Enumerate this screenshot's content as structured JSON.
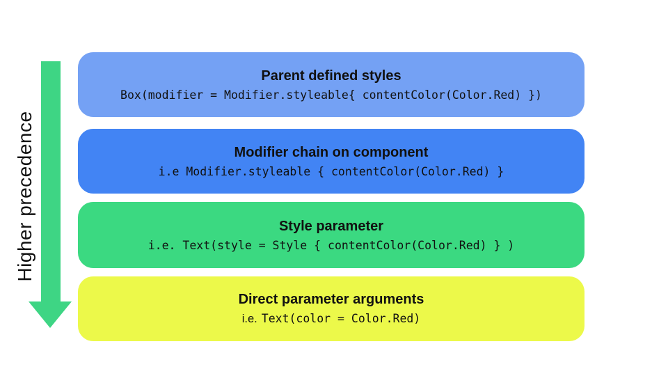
{
  "colors": {
    "bg": "#ffffff",
    "ink": "#111111",
    "arrow": "#3ed584",
    "box0": "#74a1f4",
    "box1": "#4284f4",
    "box2": "#3bd981",
    "box3": "#ecf94a"
  },
  "arrow": {
    "label": "Higher precedence",
    "direction": "down"
  },
  "boxes": [
    {
      "title": "Parent defined styles",
      "code": "Box(modifier = Modifier.styleable{ contentColor(Color.Red) })"
    },
    {
      "title": "Modifier chain on component",
      "code": "i.e Modifier.styleable { contentColor(Color.Red) }"
    },
    {
      "title": "Style parameter",
      "code": "i.e. Text(style = Style { contentColor(Color.Red) } )"
    },
    {
      "title": "Direct parameter arguments",
      "code_prefix": "i.e.",
      "code": "Text(color = Color.Red)"
    }
  ]
}
